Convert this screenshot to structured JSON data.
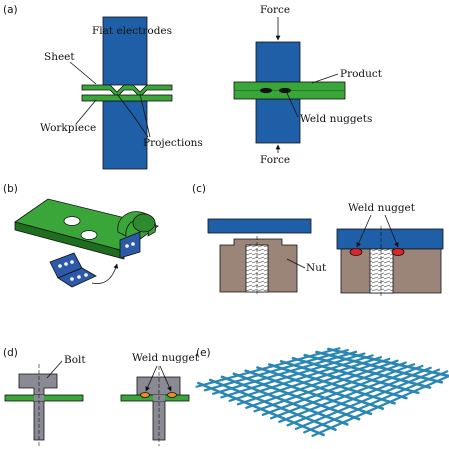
{
  "colors": {
    "electrode": "#1f5fa8",
    "electrode_dark": "#163f72",
    "sheet": "#3aa63a",
    "sheet_dark": "#1f6e1f",
    "nut": "#9b8478",
    "bolt": "#8a8a95",
    "nugget_red": "#e0242b",
    "nugget_orange": "#f08a24",
    "mesh": "#2a86b3",
    "clip": "#2c5aa8"
  },
  "panels": {
    "a": {
      "label": "(a)"
    },
    "b": {
      "label": "(b)"
    },
    "c": {
      "label": "(c)"
    },
    "d": {
      "label": "(d)"
    },
    "e": {
      "label": "(e)"
    }
  },
  "labels": {
    "flat_electrodes": "Flat  electrodes",
    "sheet": "Sheet",
    "workpiece": "Workpiece",
    "projections": "Projections",
    "force_top": "Force",
    "force_bottom": "Force",
    "product": "Product",
    "weld_nuggets": "Weld  nuggets",
    "weld_nugget_c": "Weld  nugget",
    "nut": "Nut",
    "bolt": "Bolt",
    "weld_nugget_d": "Weld  nugget"
  }
}
